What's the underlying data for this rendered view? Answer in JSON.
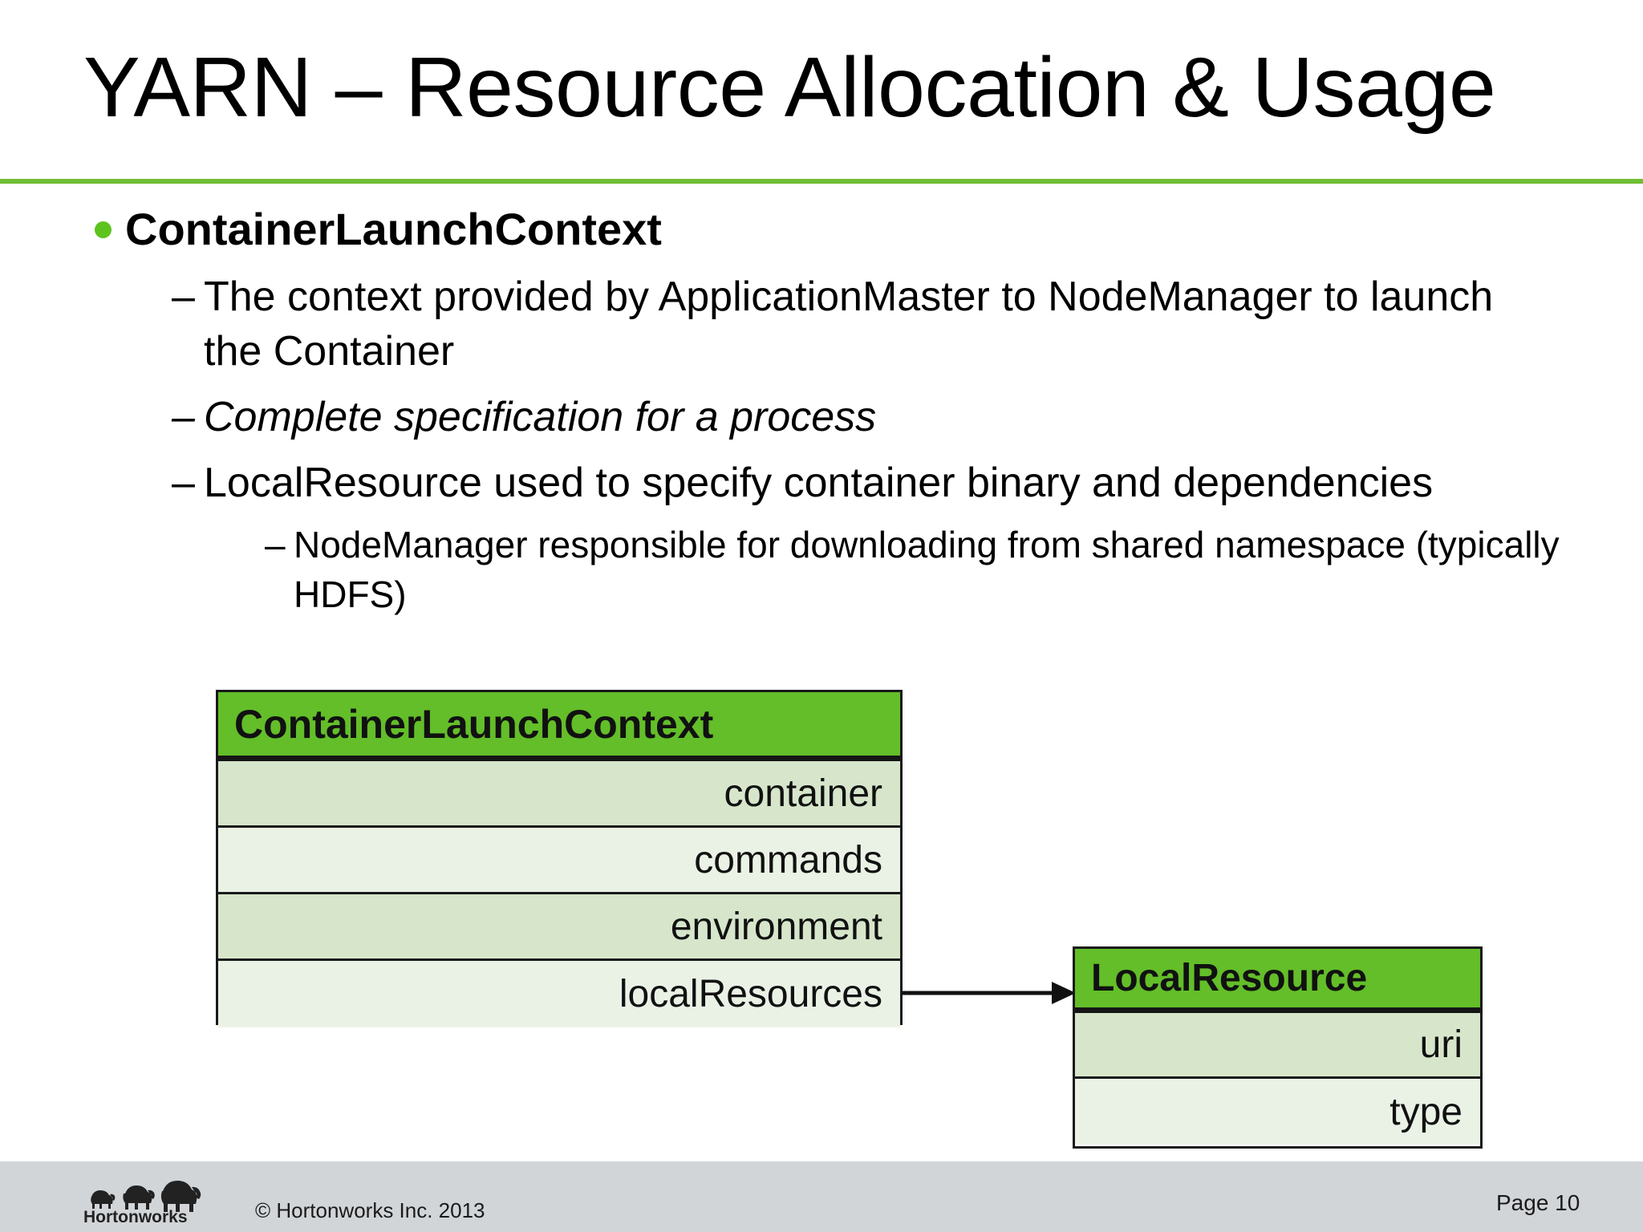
{
  "slide": {
    "title": "YARN – Resource Allocation & Usage",
    "accent_color": "#6FBE35",
    "bullet_dot_color": "#5DC41E",
    "dash": "–"
  },
  "body": {
    "level1": "ContainerLaunchContext",
    "level2": [
      "The context provided by ApplicationMaster to NodeManager to launch the Container",
      "Complete specification for a process",
      "LocalResource used to specify container binary and dependencies"
    ],
    "level3": [
      "NodeManager responsible for downloading from shared namespace (typically HDFS)"
    ]
  },
  "diagram": {
    "header_bg": "#63BE29",
    "row_bg_a": "#D7E6CB",
    "row_bg_b": "#EAF2E6",
    "classes": [
      {
        "name": "ContainerLaunchContext",
        "fields": [
          "container",
          "commands",
          "environment",
          "localResources"
        ]
      },
      {
        "name": "LocalResource",
        "fields": [
          "uri",
          "type"
        ]
      }
    ],
    "association": {
      "from_field": "localResources",
      "to_class": "LocalResource"
    }
  },
  "footer": {
    "bg_color": "#D2D5D8",
    "logo_text": "Hortonworks",
    "copyright": "© Hortonworks Inc. 2013",
    "page_label": "Page 10"
  }
}
